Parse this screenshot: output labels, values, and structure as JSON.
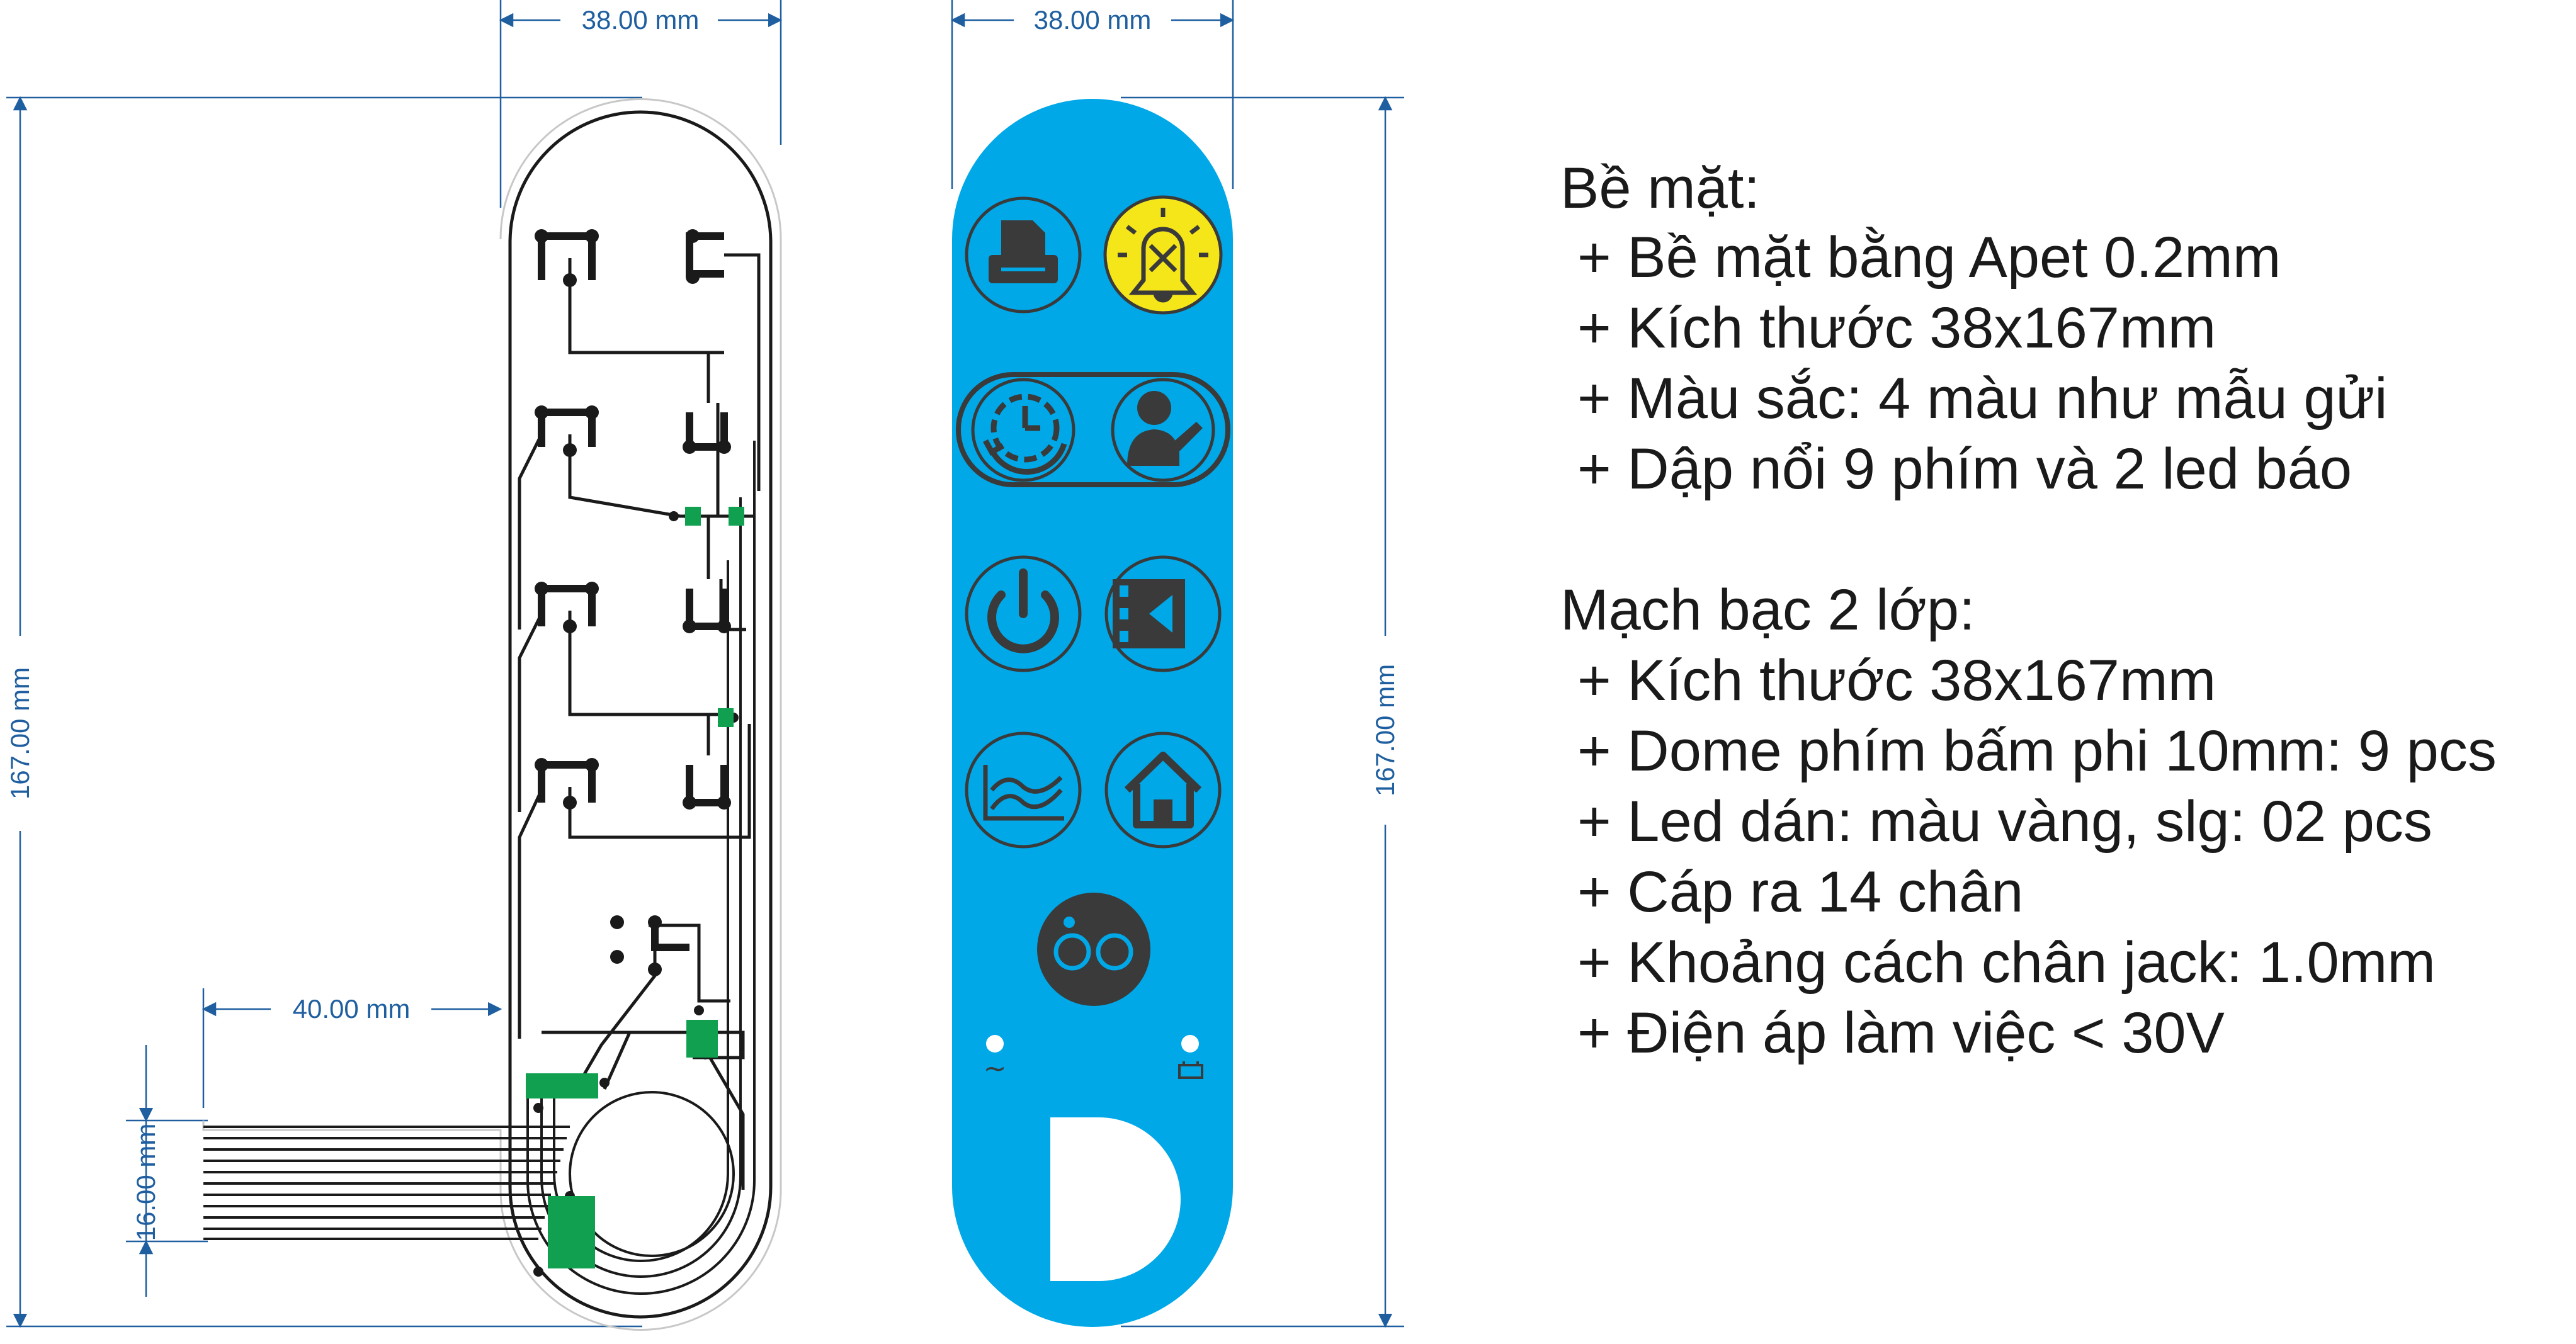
{
  "dimensions": {
    "pcb_width": "38.00 mm",
    "overlay_width": "38.00 mm",
    "pcb_height": "167.00 mm",
    "overlay_height": "167.00 mm",
    "tail_length": "40.00 mm",
    "tail_width": "16.00 mm"
  },
  "colors": {
    "overlay_blue": "#00a8e8",
    "button_ring": "#3a3a3a",
    "alarm_yellow": "#f5e61a",
    "trace_black": "#1a1a1a",
    "pad_green": "#10a050",
    "dimension_blue": "#1f5fa0"
  },
  "icons": [
    "printer-icon",
    "alarm-bell-icon",
    "clock-cycle-icon",
    "person-icon",
    "power-icon",
    "video-icon",
    "trend-chart-icon",
    "home-icon",
    "circles-icon",
    "ac-symbol-icon",
    "battery-icon"
  ],
  "overlay_symbols": {
    "ac": "~",
    "battery": "⊟"
  },
  "specs": {
    "surface": {
      "title": "Bề mặt:",
      "items": [
        "+ Bề mặt bằng Apet 0.2mm",
        "+ Kích thước 38x167mm",
        "+ Màu sắc: 4 màu như mẫu gửi",
        "+ Dập nổi 9 phím và 2 led báo"
      ]
    },
    "circuit": {
      "title": "Mạch bạc 2 lớp:",
      "items": [
        "+ Kích thước 38x167mm",
        "+ Dome phím bấm phi 10mm: 9 pcs",
        "+ Led dán: màu vàng, slg: 02 pcs",
        "+ Cáp ra 14 chân",
        "+ Khoảng cách chân jack: 1.0mm",
        "+ Điện áp làm việc < 30V"
      ]
    }
  }
}
